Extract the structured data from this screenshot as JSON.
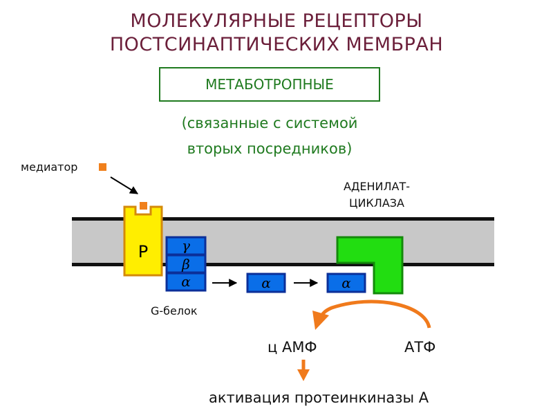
{
  "title": {
    "line1": "МОЛЕКУЛЯРНЫЕ РЕЦЕПТОРЫ",
    "line2": "ПОСТСИНАПТИЧЕСКИХ МЕМБРАН"
  },
  "receptor_type": "МЕТАБОТРОПНЫЕ",
  "subtitle": {
    "line1": "(связанные с системой",
    "line2": "вторых посредников)"
  },
  "labels": {
    "mediator": "медиатор",
    "receptor": "P",
    "g_protein": "G-белок",
    "enzyme_line1": "АДЕНИЛАТ-",
    "enzyme_line2": "ЦИКЛАЗА",
    "camp": "ц АМФ",
    "atp": "АТФ",
    "result": "активация протеинкиназы А"
  },
  "subunits": {
    "gamma": "γ",
    "beta": "β",
    "alpha": "α"
  },
  "colors": {
    "title": "#6b1f3a",
    "green_text": "#1f7a1f",
    "membrane": "#c8c8c8",
    "receptor": "#ffee00",
    "subunit": "#0a6ee8",
    "enzyme": "#22dd11",
    "mediator": "#f0801c",
    "arrow_orange": "#f07a1c"
  }
}
